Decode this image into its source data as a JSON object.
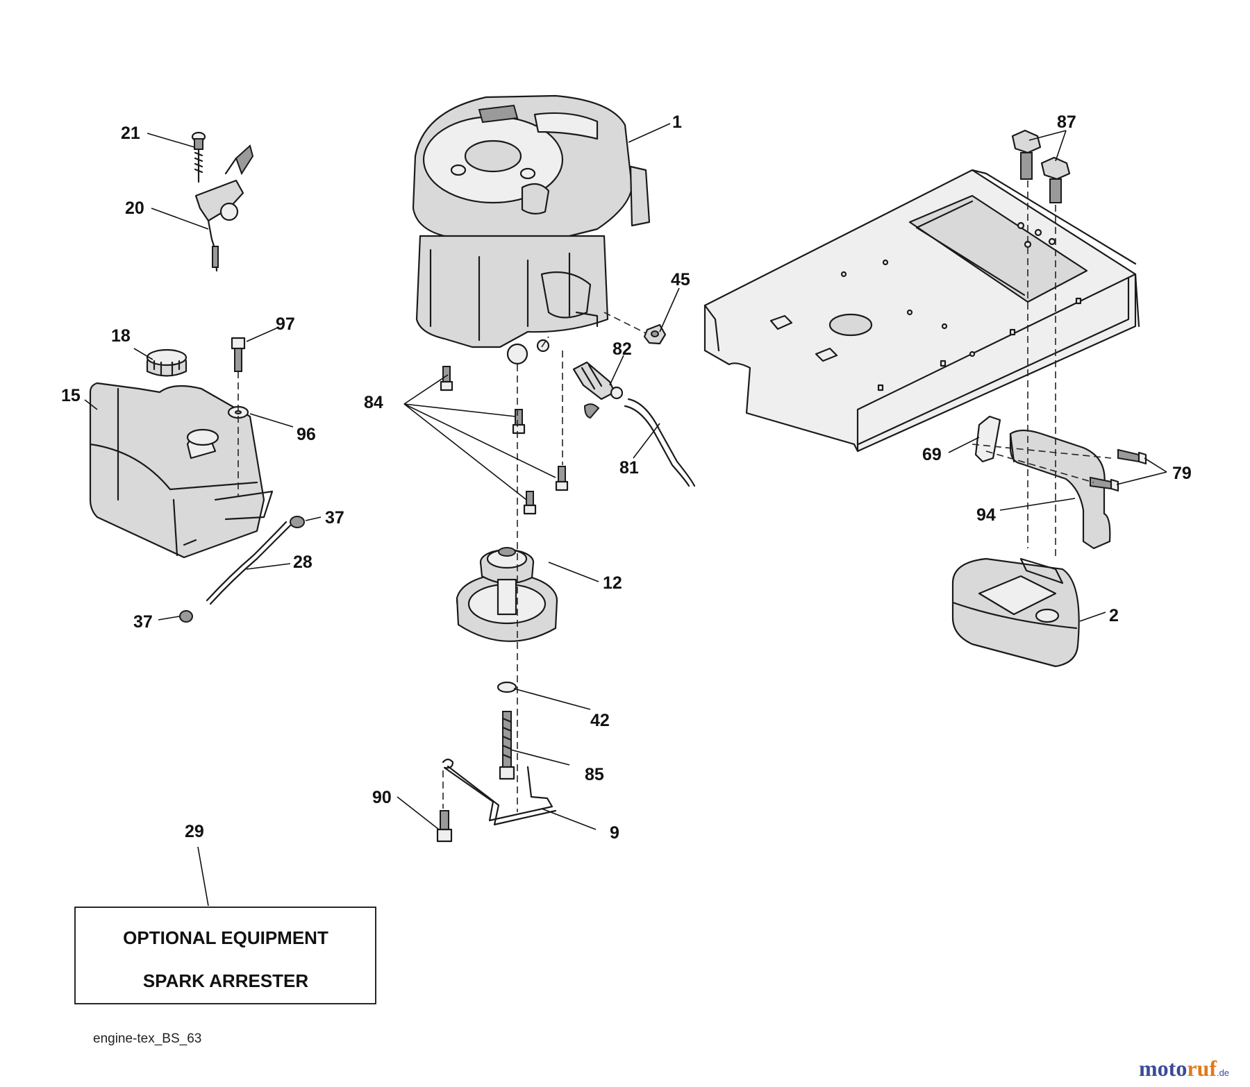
{
  "labels": {
    "p1": "1",
    "p2": "2",
    "p9": "9",
    "p12": "12",
    "p15": "15",
    "p18": "18",
    "p20": "20",
    "p21": "21",
    "p28": "28",
    "p29": "29",
    "p37a": "37",
    "p37b": "37",
    "p42": "42",
    "p45": "45",
    "p69": "69",
    "p79": "79",
    "p81": "81",
    "p82": "82",
    "p84": "84",
    "p85": "85",
    "p87": "87",
    "p90": "90",
    "p94": "94",
    "p96": "96",
    "p97": "97"
  },
  "optional_box": {
    "line1": "OPTIONAL EQUIPMENT",
    "line2": "SPARK ARRESTER"
  },
  "diagram_code": "engine-tex_BS_63",
  "watermark": {
    "part1": "moto",
    "part2": "ruf",
    "suffix": ".de",
    "brand_blue": "#3b4a9a",
    "brand_orange": "#e07a1a"
  }
}
